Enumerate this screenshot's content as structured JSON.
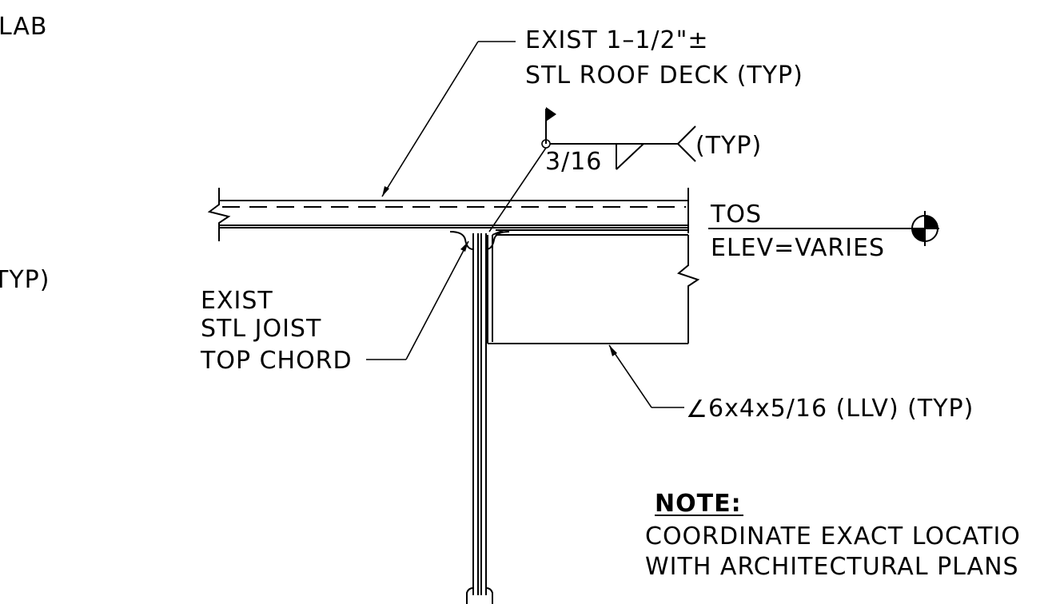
{
  "labels": {
    "slab_fragment": "LAB",
    "typ_fragment": "TYP)",
    "roof_deck_line1": "EXIST 1–1/2\"±",
    "roof_deck_line2": "STL ROOF DECK (TYP)",
    "weld_size": "3/16",
    "weld_typ": "(TYP)",
    "tos": "TOS",
    "elev": "ELEV=VARIES",
    "joist_line1": "EXIST",
    "joist_line2": "STL JOIST",
    "joist_line3": "TOP CHORD",
    "angle_symbol": "∠",
    "angle_spec": "6x4x5/16 (LLV) (TYP)",
    "note_title": "NOTE:",
    "note_line1": "COORDINATE EXACT LOCATIO",
    "note_line2": "WITH ARCHITECTURAL PLANS"
  },
  "icons": {
    "elevation_marker": "elevation-target-icon",
    "weld_flag": "field-weld-flag-icon",
    "break_line": "break-line-icon"
  },
  "colors": {
    "line": "#000000",
    "background": "#ffffff"
  }
}
